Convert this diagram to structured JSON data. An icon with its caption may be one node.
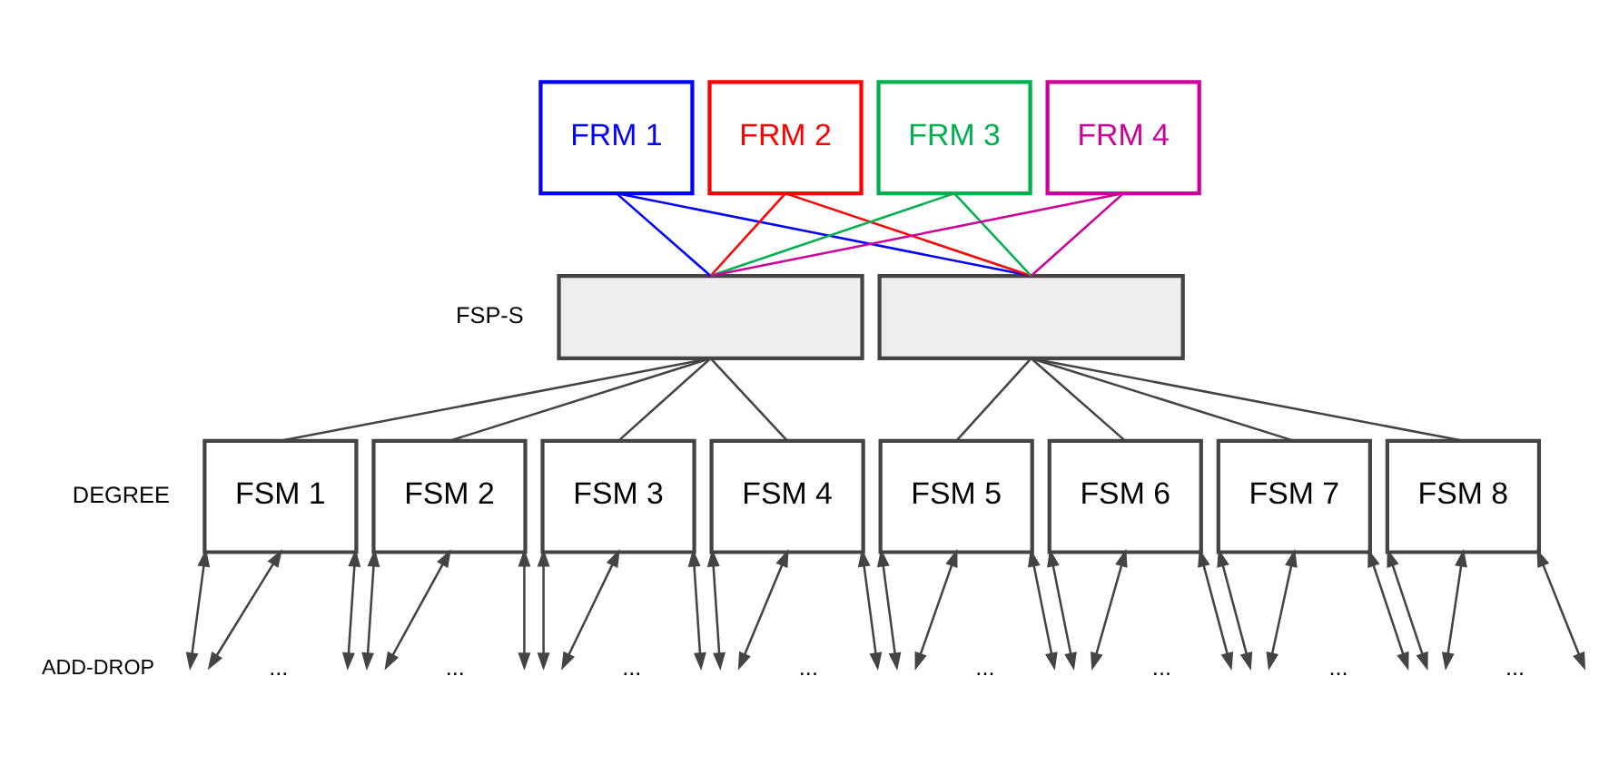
{
  "diagram": {
    "nodes": [
      {
        "text": [
          "FRM 1"
        ]
      },
      {
        "text": [
          "FRM 2"
        ]
      },
      {
        "text": [
          "FRM 3"
        ]
      },
      {
        "text": [
          "FRM 4"
        ]
      },
      {
        "text": [],
        "shape": "box"
      },
      {
        "text": [],
        "shape": "box"
      },
      {
        "text": [
          "FSM 1"
        ]
      },
      {
        "text": [
          "FSM 2"
        ]
      },
      {
        "text": [
          "FSM 3"
        ]
      },
      {
        "text": [
          "FSM 4"
        ]
      },
      {
        "text": [
          "FSM 5"
        ]
      },
      {
        "text": [
          "FSM 6"
        ]
      },
      {
        "text": [
          "FSM 7"
        ]
      },
      {
        "text": [
          "FSM 8"
        ]
      }
    ],
    "edges": [
      {
        "from": 0,
        "to": 4,
        "arrow": "none",
        "color": "#0000ff"
      },
      {
        "from": 0,
        "to": 5,
        "arrow": "none",
        "color": "#0000ff"
      },
      {
        "from": 1,
        "to": 4,
        "arrow": "none",
        "color": "#ff0000"
      },
      {
        "from": 1,
        "to": 5,
        "arrow": "none",
        "color": "#ff0000"
      },
      {
        "from": 2,
        "to": 4,
        "arrow": "none",
        "color": "#00b050"
      },
      {
        "from": 2,
        "to": 5,
        "arrow": "none",
        "color": "#00b050"
      },
      {
        "from": 3,
        "to": 4,
        "arrow": "none",
        "color": "#cc0099"
      },
      {
        "from": 3,
        "to": 5,
        "arrow": "none",
        "color": "#cc0099"
      },
      {
        "from": 4,
        "to": 6,
        "arrow": "none"
      },
      {
        "from": 4,
        "to": 7,
        "arrow": "none"
      },
      {
        "from": 4,
        "to": 8,
        "arrow": "none"
      },
      {
        "from": 4,
        "to": 9,
        "arrow": "none"
      },
      {
        "from": 5,
        "to": 10,
        "arrow": "none"
      },
      {
        "from": 5,
        "to": 11,
        "arrow": "none"
      },
      {
        "from": 5,
        "to": 12,
        "arrow": "none"
      },
      {
        "from": 5,
        "to": 13,
        "arrow": "none"
      },
      {
        "from": 6,
        "to": null,
        "arrow": "both"
      },
      {
        "from": 6,
        "to": null,
        "arrow": "both"
      },
      {
        "from": 6,
        "to": null,
        "arrow": "both"
      },
      {
        "from": 7,
        "to": null,
        "arrow": "both"
      },
      {
        "from": 7,
        "to": null,
        "arrow": "both"
      },
      {
        "from": 7,
        "to": null,
        "arrow": "both"
      },
      {
        "from": 8,
        "to": null,
        "arrow": "both"
      },
      {
        "from": 8,
        "to": null,
        "arrow": "both"
      },
      {
        "from": 8,
        "to": null,
        "arrow": "both"
      },
      {
        "from": 9,
        "to": null,
        "arrow": "both"
      },
      {
        "from": 9,
        "to": null,
        "arrow": "both"
      },
      {
        "from": 9,
        "to": null,
        "arrow": "both"
      },
      {
        "from": 10,
        "to": null,
        "arrow": "both"
      },
      {
        "from": 10,
        "to": null,
        "arrow": "both"
      },
      {
        "from": 10,
        "to": null,
        "arrow": "both"
      },
      {
        "from": 11,
        "to": null,
        "arrow": "both"
      },
      {
        "from": 11,
        "to": null,
        "arrow": "both"
      },
      {
        "from": 11,
        "to": null,
        "arrow": "both"
      },
      {
        "from": 12,
        "to": null,
        "arrow": "both"
      },
      {
        "from": 12,
        "to": null,
        "arrow": "both"
      },
      {
        "from": 12,
        "to": null,
        "arrow": "both"
      },
      {
        "from": 13,
        "to": null,
        "arrow": "both"
      },
      {
        "from": 13,
        "to": null,
        "arrow": "both"
      },
      {
        "from": 13,
        "to": null,
        "arrow": "both"
      }
    ],
    "labels": [
      "FSP-S",
      "DEGREE",
      "ADD-DROP",
      "...",
      "...",
      "...",
      "...",
      "...",
      "...",
      "...",
      "..."
    ]
  }
}
